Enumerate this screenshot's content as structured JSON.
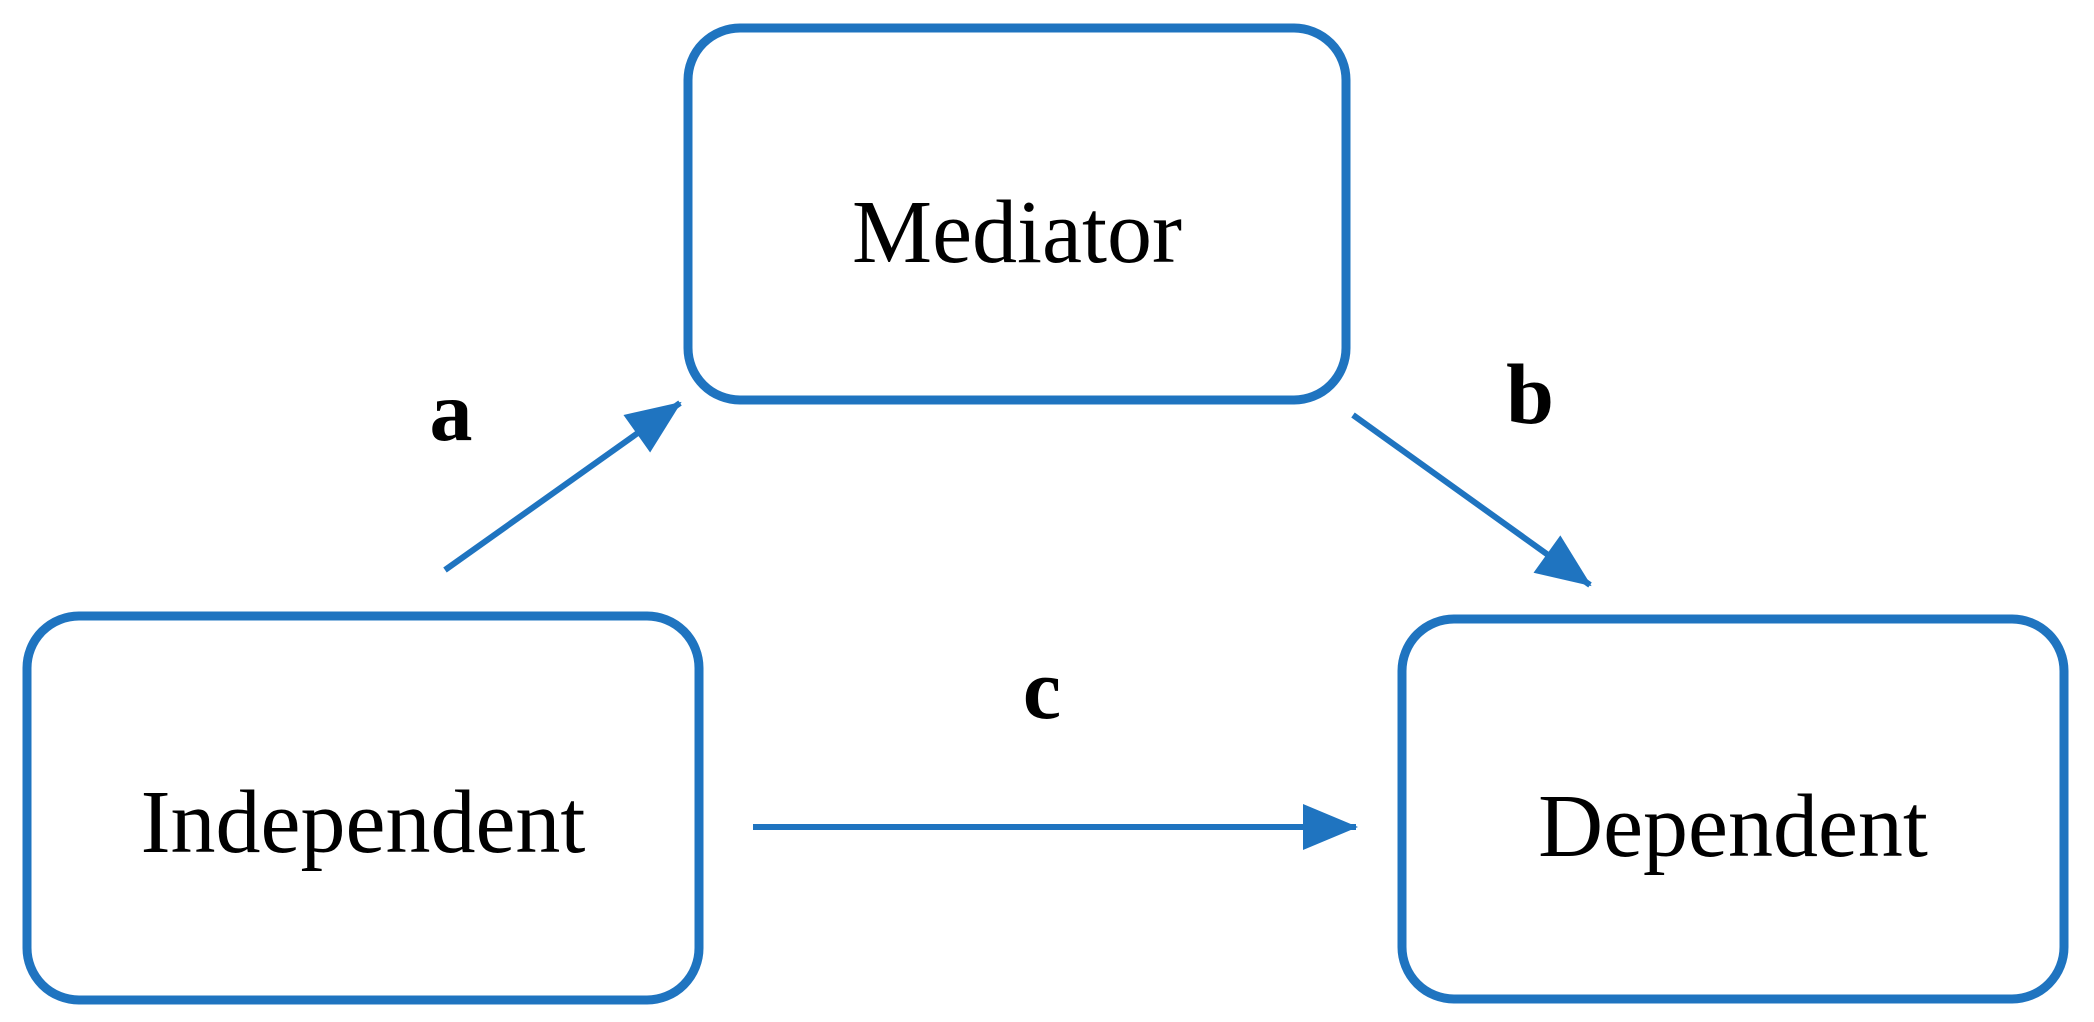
{
  "figure": {
    "type": "mediation-path-diagram",
    "background_color": "#FFFFFF",
    "accent_color": "#1F74C0",
    "text_color": "#000000",
    "nodes": {
      "mediator": {
        "label": "Mediator"
      },
      "independent": {
        "label": "Independent"
      },
      "dependent": {
        "label": "Dependent"
      }
    },
    "edges": {
      "a": {
        "label": "a",
        "from": "Independent",
        "to": "Mediator"
      },
      "b": {
        "label": "b",
        "from": "Mediator",
        "to": "Dependent"
      },
      "c": {
        "label": "c",
        "from": "Independent",
        "to": "Dependent"
      }
    }
  }
}
